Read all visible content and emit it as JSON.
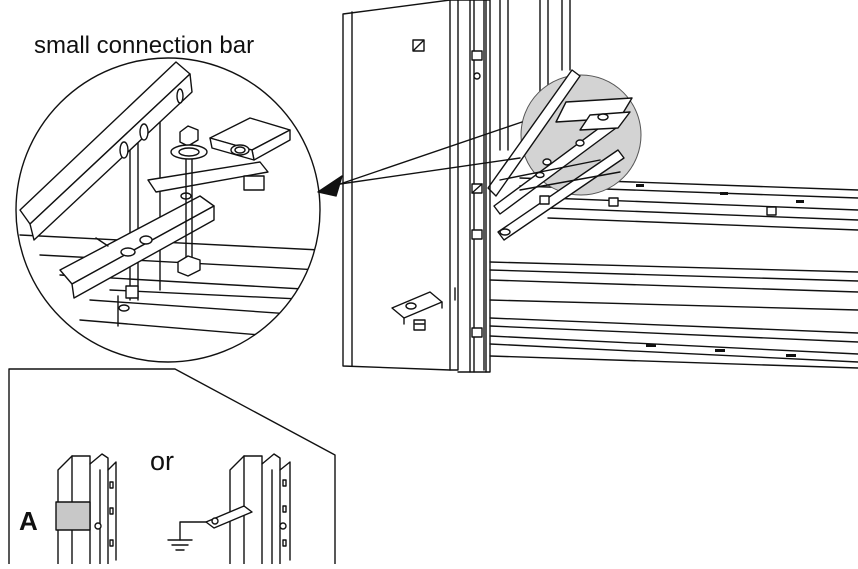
{
  "diagram": {
    "title": "small connection bar",
    "or_text": "or",
    "marker_label": "A"
  },
  "colors": {
    "line": "#111111",
    "highlight_fill": "#d3d3d3",
    "panel_fill": "#c8c8c8",
    "background": "#ffffff"
  },
  "icons": {
    "ground": "ground-symbol-icon",
    "pointer": "arrowhead-icon"
  }
}
